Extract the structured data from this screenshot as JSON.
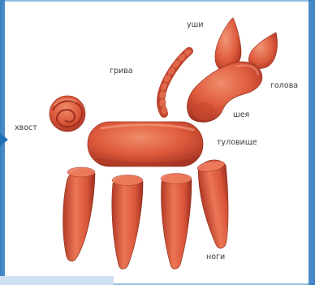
{
  "image": {
    "kind": "clay-horse-parts",
    "palette": {
      "clay": "#de5a3c",
      "clay_dark": "#a93322",
      "clay_light": "#ef8a6a",
      "frame_border": "#1f6fb4",
      "arrow": "#1f6fb4"
    }
  },
  "labels": {
    "ears": "уши",
    "mane": "грива",
    "head": "голова",
    "neck": "шея",
    "tail": "хвост",
    "body": "туловище",
    "legs": "ноги"
  }
}
